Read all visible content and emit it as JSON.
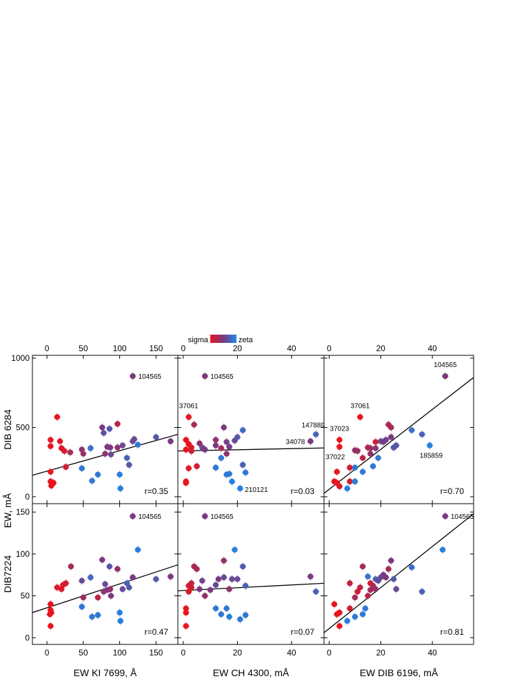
{
  "colorbar": {
    "left_label": "sigma",
    "right_label": "zeta",
    "color_sigma": "#e8141e",
    "color_zeta": "#1e88e8"
  },
  "y_axis_common_label": "EW, mÅ",
  "chart_data": [
    {
      "type": "scatter",
      "row": 0,
      "col": 0,
      "ylabel": "DIB 6284",
      "xlim": [
        -20,
        180
      ],
      "ylim": [
        -50,
        1020
      ],
      "xticks": [
        0,
        50,
        100,
        150
      ],
      "yticks": [
        0,
        500,
        1000
      ],
      "r_label": "r=0.35",
      "fit": {
        "x0": -20,
        "y0": 155,
        "x1": 180,
        "y1": 450
      },
      "points": [
        {
          "x": 118,
          "y": 870,
          "c": 0.5,
          "label": "104565"
        },
        {
          "x": 14,
          "y": 575,
          "c": 0.0
        },
        {
          "x": 5,
          "y": 410,
          "c": 0.0
        },
        {
          "x": 5,
          "y": 365,
          "c": 0.0
        },
        {
          "x": 18,
          "y": 400,
          "c": 0.05
        },
        {
          "x": 20,
          "y": 350,
          "c": 0.05
        },
        {
          "x": 24,
          "y": 330,
          "c": 0.1
        },
        {
          "x": 32,
          "y": 320,
          "c": 0.3
        },
        {
          "x": 5,
          "y": 180,
          "c": 0.0
        },
        {
          "x": 5,
          "y": 110,
          "c": 0.0
        },
        {
          "x": 6,
          "y": 80,
          "c": 0.0
        },
        {
          "x": 9,
          "y": 100,
          "c": 0.0
        },
        {
          "x": 26,
          "y": 215,
          "c": 0.1
        },
        {
          "x": 48,
          "y": 340,
          "c": 0.4
        },
        {
          "x": 50,
          "y": 310,
          "c": 0.35
        },
        {
          "x": 48,
          "y": 205,
          "c": 0.9
        },
        {
          "x": 60,
          "y": 350,
          "c": 0.85
        },
        {
          "x": 62,
          "y": 115,
          "c": 0.9
        },
        {
          "x": 70,
          "y": 160,
          "c": 0.9
        },
        {
          "x": 76,
          "y": 500,
          "c": 0.5
        },
        {
          "x": 78,
          "y": 460,
          "c": 0.65
        },
        {
          "x": 80,
          "y": 310,
          "c": 0.4
        },
        {
          "x": 83,
          "y": 360,
          "c": 0.5
        },
        {
          "x": 86,
          "y": 490,
          "c": 0.7
        },
        {
          "x": 87,
          "y": 355,
          "c": 0.5
        },
        {
          "x": 88,
          "y": 305,
          "c": 0.6
        },
        {
          "x": 97,
          "y": 525,
          "c": 0.2
        },
        {
          "x": 97,
          "y": 355,
          "c": 0.4
        },
        {
          "x": 100,
          "y": 160,
          "c": 0.95
        },
        {
          "x": 101,
          "y": 60,
          "c": 0.95
        },
        {
          "x": 104,
          "y": 370,
          "c": 0.6
        },
        {
          "x": 110,
          "y": 280,
          "c": 0.75
        },
        {
          "x": 113,
          "y": 230,
          "c": 0.7
        },
        {
          "x": 118,
          "y": 400,
          "c": 0.55
        },
        {
          "x": 120,
          "y": 415,
          "c": 0.6
        },
        {
          "x": 125,
          "y": 375,
          "c": 0.9
        },
        {
          "x": 150,
          "y": 430,
          "c": 0.7
        },
        {
          "x": 170,
          "y": 400,
          "c": 0.5
        }
      ]
    },
    {
      "type": "scatter",
      "row": 0,
      "col": 1,
      "xlim": [
        -2,
        52
      ],
      "ylim": [
        -50,
        1020
      ],
      "xticks": [
        0,
        20,
        40
      ],
      "yticks": [
        0,
        500,
        1000
      ],
      "r_label": "r=0.03",
      "fit": {
        "x0": -2,
        "y0": 330,
        "x1": 52,
        "y1": 352
      },
      "points": [
        {
          "x": 8,
          "y": 870,
          "c": 0.5,
          "label": "104565"
        },
        {
          "x": 2,
          "y": 575,
          "c": 0.0,
          "label": "37061"
        },
        {
          "x": 49,
          "y": 450,
          "c": 0.75,
          "label": "147889"
        },
        {
          "x": 47,
          "y": 400,
          "c": 0.5,
          "label": "34078"
        },
        {
          "x": 21,
          "y": 60,
          "c": 0.95,
          "label": "210121"
        },
        {
          "x": 1,
          "y": 410,
          "c": 0.0
        },
        {
          "x": 2,
          "y": 380,
          "c": 0.0
        },
        {
          "x": 3,
          "y": 355,
          "c": 0.05
        },
        {
          "x": 1,
          "y": 340,
          "c": 0.0
        },
        {
          "x": 3,
          "y": 330,
          "c": 0.1
        },
        {
          "x": 4,
          "y": 520,
          "c": 0.3
        },
        {
          "x": 2,
          "y": 205,
          "c": 0.05
        },
        {
          "x": 5,
          "y": 220,
          "c": 0.1
        },
        {
          "x": 1,
          "y": 110,
          "c": 0.0
        },
        {
          "x": 1,
          "y": 100,
          "c": 0.0
        },
        {
          "x": 6,
          "y": 385,
          "c": 0.4
        },
        {
          "x": 7,
          "y": 355,
          "c": 0.6
        },
        {
          "x": 8,
          "y": 340,
          "c": 0.5
        },
        {
          "x": 12,
          "y": 410,
          "c": 0.4
        },
        {
          "x": 12,
          "y": 370,
          "c": 0.5
        },
        {
          "x": 14,
          "y": 350,
          "c": 0.3
        },
        {
          "x": 15,
          "y": 500,
          "c": 0.5
        },
        {
          "x": 16,
          "y": 395,
          "c": 0.55
        },
        {
          "x": 17,
          "y": 360,
          "c": 0.5
        },
        {
          "x": 16,
          "y": 310,
          "c": 0.4
        },
        {
          "x": 19,
          "y": 405,
          "c": 0.6
        },
        {
          "x": 20,
          "y": 430,
          "c": 0.7
        },
        {
          "x": 22,
          "y": 480,
          "c": 0.8
        },
        {
          "x": 12,
          "y": 210,
          "c": 0.9
        },
        {
          "x": 14,
          "y": 280,
          "c": 0.9
        },
        {
          "x": 16,
          "y": 160,
          "c": 0.9
        },
        {
          "x": 17,
          "y": 165,
          "c": 0.9
        },
        {
          "x": 18,
          "y": 110,
          "c": 0.95
        },
        {
          "x": 22,
          "y": 230,
          "c": 0.75
        },
        {
          "x": 23,
          "y": 175,
          "c": 0.9
        }
      ]
    },
    {
      "type": "scatter",
      "row": 0,
      "col": 2,
      "xlim": [
        -2,
        56
      ],
      "ylim": [
        -50,
        1020
      ],
      "xticks": [
        0,
        20,
        40
      ],
      "yticks": [
        0,
        500,
        1000
      ],
      "r_label": "r=0.70",
      "fit": {
        "x0": -2,
        "y0": 25,
        "x1": 56,
        "y1": 860
      },
      "points": [
        {
          "x": 45,
          "y": 870,
          "c": 0.5,
          "label": "104565"
        },
        {
          "x": 12,
          "y": 575,
          "c": 0.0,
          "label": "37061"
        },
        {
          "x": 4,
          "y": 410,
          "c": 0.0,
          "label": "37023"
        },
        {
          "x": 4,
          "y": 360,
          "c": 0.0,
          "label": "37022"
        },
        {
          "x": 39,
          "y": 370,
          "c": 0.95,
          "label": "185859"
        },
        {
          "x": 2,
          "y": 110,
          "c": 0.0
        },
        {
          "x": 3,
          "y": 180,
          "c": 0.0
        },
        {
          "x": 3,
          "y": 100,
          "c": 0.0
        },
        {
          "x": 4,
          "y": 75,
          "c": 0.05
        },
        {
          "x": 7,
          "y": 60,
          "c": 0.95
        },
        {
          "x": 8,
          "y": 110,
          "c": 0.1
        },
        {
          "x": 8,
          "y": 210,
          "c": 0.1
        },
        {
          "x": 10,
          "y": 210,
          "c": 0.9
        },
        {
          "x": 10,
          "y": 110,
          "c": 0.9
        },
        {
          "x": 11,
          "y": 330,
          "c": 0.3
        },
        {
          "x": 10,
          "y": 335,
          "c": 0.4
        },
        {
          "x": 13,
          "y": 180,
          "c": 0.9
        },
        {
          "x": 13,
          "y": 280,
          "c": 0.2
        },
        {
          "x": 15,
          "y": 355,
          "c": 0.3
        },
        {
          "x": 16,
          "y": 350,
          "c": 0.3
        },
        {
          "x": 16,
          "y": 310,
          "c": 0.4
        },
        {
          "x": 17,
          "y": 220,
          "c": 0.9
        },
        {
          "x": 18,
          "y": 395,
          "c": 0.1
        },
        {
          "x": 18,
          "y": 350,
          "c": 0.45
        },
        {
          "x": 19,
          "y": 280,
          "c": 0.9
        },
        {
          "x": 20,
          "y": 400,
          "c": 0.6
        },
        {
          "x": 21,
          "y": 395,
          "c": 0.5
        },
        {
          "x": 22,
          "y": 410,
          "c": 0.55
        },
        {
          "x": 23,
          "y": 520,
          "c": 0.3
        },
        {
          "x": 24,
          "y": 500,
          "c": 0.3
        },
        {
          "x": 24,
          "y": 430,
          "c": 0.5
        },
        {
          "x": 25,
          "y": 355,
          "c": 0.7
        },
        {
          "x": 26,
          "y": 370,
          "c": 0.7
        },
        {
          "x": 32,
          "y": 480,
          "c": 0.85
        },
        {
          "x": 36,
          "y": 450,
          "c": 0.75
        }
      ]
    },
    {
      "type": "scatter",
      "row": 1,
      "col": 0,
      "ylabel": "DIB7224",
      "xlim": [
        -20,
        180
      ],
      "ylim": [
        -8,
        160
      ],
      "xticks": [
        0,
        50,
        100,
        150
      ],
      "yticks": [
        0,
        50,
        100,
        150
      ],
      "xlabel": "EW KI 7699, Å",
      "r_label": "r=0.47",
      "fit": {
        "x0": -20,
        "y0": 30,
        "x1": 180,
        "y1": 87
      },
      "points": [
        {
          "x": 118,
          "y": 145,
          "c": 0.5,
          "label": "104565"
        },
        {
          "x": 5,
          "y": 40,
          "c": 0.0
        },
        {
          "x": 5,
          "y": 33,
          "c": 0.0
        },
        {
          "x": 4,
          "y": 28,
          "c": 0.0
        },
        {
          "x": 6,
          "y": 30,
          "c": 0.0
        },
        {
          "x": 5,
          "y": 14,
          "c": 0.0
        },
        {
          "x": 14,
          "y": 60,
          "c": 0.05
        },
        {
          "x": 20,
          "y": 58,
          "c": 0.05
        },
        {
          "x": 22,
          "y": 63,
          "c": 0.05
        },
        {
          "x": 26,
          "y": 65,
          "c": 0.1
        },
        {
          "x": 33,
          "y": 85,
          "c": 0.3
        },
        {
          "x": 48,
          "y": 68,
          "c": 0.6
        },
        {
          "x": 50,
          "y": 48,
          "c": 0.35
        },
        {
          "x": 48,
          "y": 37,
          "c": 0.9
        },
        {
          "x": 60,
          "y": 72,
          "c": 0.8
        },
        {
          "x": 62,
          "y": 25,
          "c": 0.9
        },
        {
          "x": 70,
          "y": 27,
          "c": 0.9
        },
        {
          "x": 70,
          "y": 48,
          "c": 0.2
        },
        {
          "x": 76,
          "y": 93,
          "c": 0.5
        },
        {
          "x": 78,
          "y": 55,
          "c": 0.4
        },
        {
          "x": 80,
          "y": 64,
          "c": 0.6
        },
        {
          "x": 83,
          "y": 57,
          "c": 0.5
        },
        {
          "x": 86,
          "y": 85,
          "c": 0.7
        },
        {
          "x": 87,
          "y": 58,
          "c": 0.4
        },
        {
          "x": 88,
          "y": 50,
          "c": 0.5
        },
        {
          "x": 97,
          "y": 82,
          "c": 0.4
        },
        {
          "x": 100,
          "y": 30,
          "c": 0.95
        },
        {
          "x": 101,
          "y": 20,
          "c": 0.95
        },
        {
          "x": 104,
          "y": 58,
          "c": 0.6
        },
        {
          "x": 110,
          "y": 65,
          "c": 0.75
        },
        {
          "x": 113,
          "y": 60,
          "c": 0.7
        },
        {
          "x": 118,
          "y": 72,
          "c": 0.5
        },
        {
          "x": 125,
          "y": 105,
          "c": 0.95
        },
        {
          "x": 150,
          "y": 70,
          "c": 0.7
        },
        {
          "x": 170,
          "y": 73,
          "c": 0.5
        }
      ]
    },
    {
      "type": "scatter",
      "row": 1,
      "col": 1,
      "xlim": [
        -2,
        52
      ],
      "ylim": [
        -8,
        160
      ],
      "xticks": [
        0,
        20,
        40
      ],
      "yticks": [
        0,
        50,
        100,
        150
      ],
      "xlabel": "EW CH 4300, mÅ",
      "r_label": "r=0.07",
      "fit": {
        "x0": -2,
        "y0": 56,
        "x1": 52,
        "y1": 65
      },
      "points": [
        {
          "x": 8,
          "y": 145,
          "c": 0.5,
          "label": "104565"
        },
        {
          "x": 1,
          "y": 35,
          "c": 0.0
        },
        {
          "x": 1,
          "y": 30,
          "c": 0.0
        },
        {
          "x": 1,
          "y": 14,
          "c": 0.0
        },
        {
          "x": 2,
          "y": 55,
          "c": 0.05
        },
        {
          "x": 2,
          "y": 62,
          "c": 0.1
        },
        {
          "x": 3,
          "y": 60,
          "c": 0.1
        },
        {
          "x": 3,
          "y": 65,
          "c": 0.2
        },
        {
          "x": 4,
          "y": 85,
          "c": 0.3
        },
        {
          "x": 5,
          "y": 82,
          "c": 0.3
        },
        {
          "x": 6,
          "y": 58,
          "c": 0.5
        },
        {
          "x": 7,
          "y": 68,
          "c": 0.55
        },
        {
          "x": 8,
          "y": 50,
          "c": 0.4
        },
        {
          "x": 10,
          "y": 57,
          "c": 0.5
        },
        {
          "x": 12,
          "y": 35,
          "c": 0.9
        },
        {
          "x": 12,
          "y": 63,
          "c": 0.6
        },
        {
          "x": 13,
          "y": 70,
          "c": 0.5
        },
        {
          "x": 14,
          "y": 28,
          "c": 0.9
        },
        {
          "x": 15,
          "y": 72,
          "c": 0.6
        },
        {
          "x": 15,
          "y": 92,
          "c": 0.4
        },
        {
          "x": 16,
          "y": 35,
          "c": 0.9
        },
        {
          "x": 17,
          "y": 58,
          "c": 0.4
        },
        {
          "x": 17,
          "y": 25,
          "c": 0.95
        },
        {
          "x": 18,
          "y": 70,
          "c": 0.6
        },
        {
          "x": 19,
          "y": 105,
          "c": 0.95
        },
        {
          "x": 20,
          "y": 70,
          "c": 0.6
        },
        {
          "x": 21,
          "y": 22,
          "c": 0.9
        },
        {
          "x": 22,
          "y": 85,
          "c": 0.7
        },
        {
          "x": 23,
          "y": 62,
          "c": 0.75
        },
        {
          "x": 23,
          "y": 27,
          "c": 0.9
        },
        {
          "x": 47,
          "y": 73,
          "c": 0.5
        },
        {
          "x": 49,
          "y": 55,
          "c": 0.75
        }
      ]
    },
    {
      "type": "scatter",
      "row": 1,
      "col": 2,
      "xlim": [
        -2,
        56
      ],
      "ylim": [
        -8,
        160
      ],
      "xticks": [
        0,
        20,
        40
      ],
      "yticks": [
        0,
        50,
        100,
        150
      ],
      "xlabel": "EW DIB 6196, mÅ",
      "r_label": "r=0.81",
      "fit": {
        "x0": -2,
        "y0": 6,
        "x1": 56,
        "y1": 148
      },
      "points": [
        {
          "x": 45,
          "y": 145,
          "c": 0.5,
          "label": "104565"
        },
        {
          "x": 2,
          "y": 40,
          "c": 0.0
        },
        {
          "x": 3,
          "y": 28,
          "c": 0.0
        },
        {
          "x": 4,
          "y": 30,
          "c": 0.0
        },
        {
          "x": 4,
          "y": 14,
          "c": 0.0
        },
        {
          "x": 7,
          "y": 20,
          "c": 0.95
        },
        {
          "x": 8,
          "y": 35,
          "c": 0.1
        },
        {
          "x": 8,
          "y": 65,
          "c": 0.2
        },
        {
          "x": 10,
          "y": 25,
          "c": 0.9
        },
        {
          "x": 10,
          "y": 48,
          "c": 0.3
        },
        {
          "x": 11,
          "y": 55,
          "c": 0.1
        },
        {
          "x": 12,
          "y": 60,
          "c": 0.2
        },
        {
          "x": 13,
          "y": 28,
          "c": 0.9
        },
        {
          "x": 13,
          "y": 85,
          "c": 0.3
        },
        {
          "x": 14,
          "y": 35,
          "c": 0.9
        },
        {
          "x": 15,
          "y": 50,
          "c": 0.2
        },
        {
          "x": 15,
          "y": 73,
          "c": 0.85
        },
        {
          "x": 16,
          "y": 57,
          "c": 0.3
        },
        {
          "x": 16,
          "y": 65,
          "c": 0.1
        },
        {
          "x": 17,
          "y": 62,
          "c": 0.3
        },
        {
          "x": 18,
          "y": 58,
          "c": 0.4
        },
        {
          "x": 18,
          "y": 70,
          "c": 0.8
        },
        {
          "x": 19,
          "y": 68,
          "c": 0.6
        },
        {
          "x": 20,
          "y": 72,
          "c": 0.6
        },
        {
          "x": 21,
          "y": 75,
          "c": 0.5
        },
        {
          "x": 22,
          "y": 72,
          "c": 0.5
        },
        {
          "x": 23,
          "y": 82,
          "c": 0.3
        },
        {
          "x": 24,
          "y": 92,
          "c": 0.5
        },
        {
          "x": 25,
          "y": 70,
          "c": 0.7
        },
        {
          "x": 26,
          "y": 58,
          "c": 0.6
        },
        {
          "x": 32,
          "y": 84,
          "c": 0.85
        },
        {
          "x": 36,
          "y": 55,
          "c": 0.75
        },
        {
          "x": 44,
          "y": 105,
          "c": 0.95
        }
      ]
    }
  ]
}
